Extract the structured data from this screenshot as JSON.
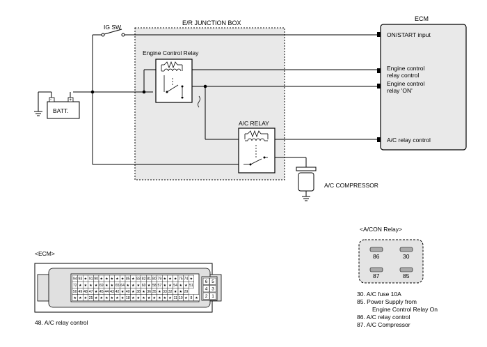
{
  "diagram": {
    "labels": {
      "ig_sw": "IG SW",
      "junction_box": "E/R JUNCTION BOX",
      "engine_relay": "Engine Control Relay",
      "ac_relay": "A/C RELAY",
      "batt": "BATT.",
      "ecm": "ECM",
      "compressor": "A/C COMPRESSOR"
    },
    "ecm_pins": [
      "ON/START input",
      "Engine control",
      "relay control",
      "Engine control",
      "relay 'ON'",
      "A/C relay control"
    ]
  },
  "ecm_connector": {
    "title": "<ECM>",
    "row1": [
      "94",
      "93",
      "★",
      "91",
      "90",
      "★",
      "★",
      "★",
      "★",
      "★",
      "85",
      "★",
      "83",
      "82",
      "81",
      "80",
      "79",
      "★",
      "★",
      "★",
      "75",
      "74",
      "★"
    ],
    "row2": [
      "72",
      "★",
      "★",
      "★",
      "★",
      "69",
      "★",
      "★",
      "65",
      "64",
      "★",
      "★",
      "★",
      "60",
      "★",
      "58",
      "57",
      "★",
      "★",
      "54",
      "★",
      "★",
      "51"
    ],
    "row3": [
      "50",
      "49",
      "48",
      "47",
      "★",
      "45",
      "44",
      "43",
      "42",
      "★",
      "40",
      "★",
      "38",
      "★",
      "36",
      "35",
      "★",
      "33",
      "32",
      "★",
      "★",
      "29"
    ],
    "row4": [
      "★",
      "★",
      "★",
      "25",
      "★",
      "★",
      "★",
      "★",
      "★",
      "★",
      "18",
      "★",
      "★",
      "★",
      "★",
      "★",
      "★",
      "★",
      "★",
      "11",
      "10",
      "★",
      "8",
      "★"
    ],
    "side": [
      "6",
      "5",
      "4",
      "3",
      "2",
      "1"
    ],
    "note": "48. A/C relay control"
  },
  "acon_relay": {
    "title": "<A/CON Relay>",
    "pins": [
      "86",
      "30",
      "87",
      "85"
    ],
    "notes": [
      "30. A/C fuse 10A",
      "85. Power Supply from",
      "Engine Control Relay On",
      "86. A/C relay control",
      "87. A/C Compressor"
    ]
  }
}
